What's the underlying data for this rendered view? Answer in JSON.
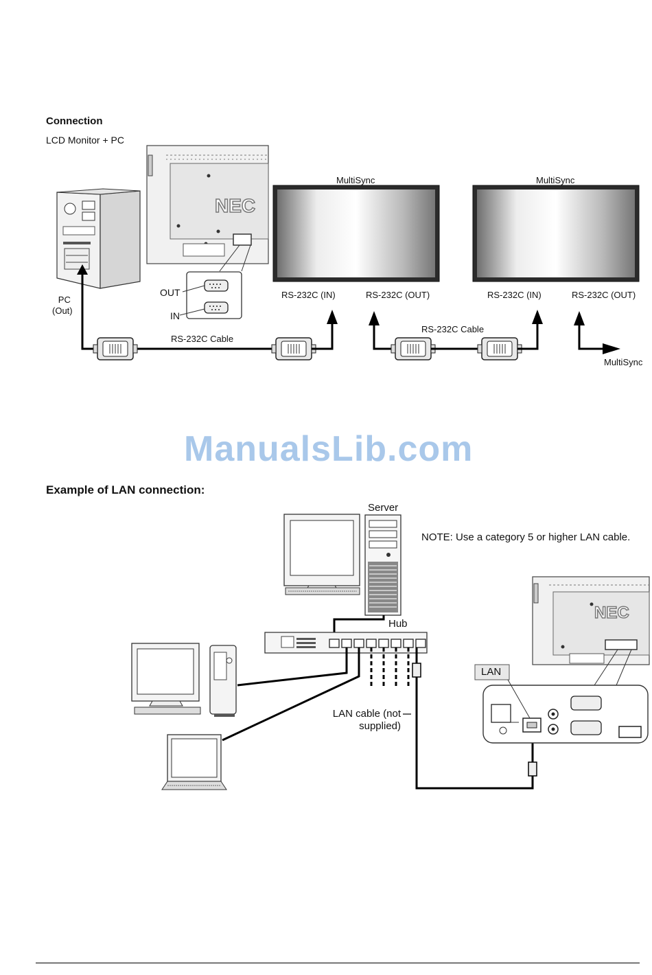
{
  "section1": {
    "heading": "Connection",
    "subheading": "LCD Monitor + PC",
    "pc_label_line1": "PC",
    "pc_label_line2": "(Out)",
    "out_label": "OUT",
    "in_label": "IN",
    "cable_label_1": "RS-232C Cable",
    "cable_label_2": "RS-232C Cable",
    "monitor_brand": "NEC",
    "display1": {
      "name": "MultiSync",
      "port_in": "RS-232C (IN)",
      "port_out": "RS-232C (OUT)"
    },
    "display2": {
      "name": "MultiSync",
      "port_in": "RS-232C (IN)",
      "port_out": "RS-232C (OUT)"
    },
    "next_label": "MultiSync"
  },
  "watermark": "ManualsLib.com",
  "section2": {
    "heading": "Example of LAN connection:",
    "server_label": "Server",
    "note": "NOTE: Use a category 5 or higher LAN cable.",
    "hub_label": "Hub",
    "lan_label": "LAN",
    "cable_label_line1": "LAN cable (not",
    "cable_label_line2": "supplied)",
    "monitor_brand": "NEC"
  }
}
